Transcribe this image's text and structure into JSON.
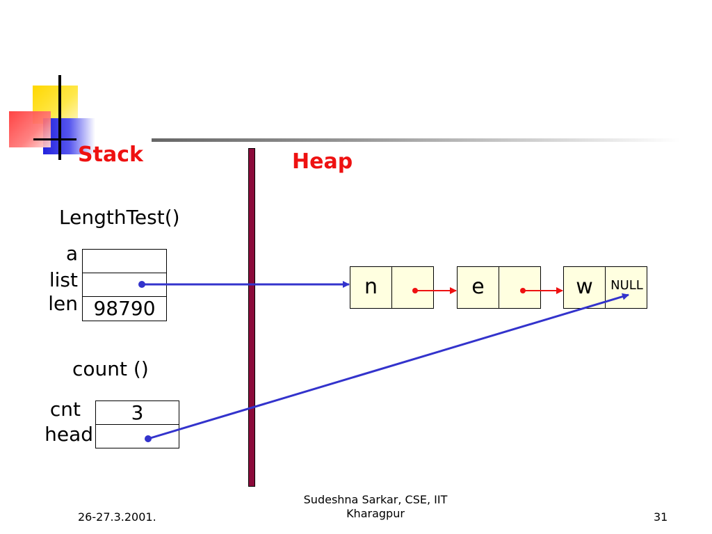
{
  "stack": {
    "title": "Stack"
  },
  "heap": {
    "title": "Heap"
  },
  "length_test": {
    "label": "LengthTest()",
    "vars": [
      "a",
      "list",
      "len"
    ],
    "len_value": "98790"
  },
  "count_fn": {
    "label": "count ()",
    "vars": [
      "cnt",
      "head"
    ],
    "cnt_value": "3"
  },
  "nodes": [
    {
      "char": "n",
      "next": ""
    },
    {
      "char": "e",
      "next": ""
    },
    {
      "char": "w",
      "next": "NULL"
    }
  ],
  "footer": {
    "date": "26-27.3.2001.",
    "author_line1": "Sudeshna Sarkar, CSE, IIT",
    "author_line2": "Kharagpur",
    "page": "31"
  },
  "colors": {
    "title_red": "#ee1111",
    "divider": "#8b0a3a",
    "pointer_blue": "#3333cc",
    "link_red": "#ee1111",
    "node_fill": "#ffffe0"
  }
}
